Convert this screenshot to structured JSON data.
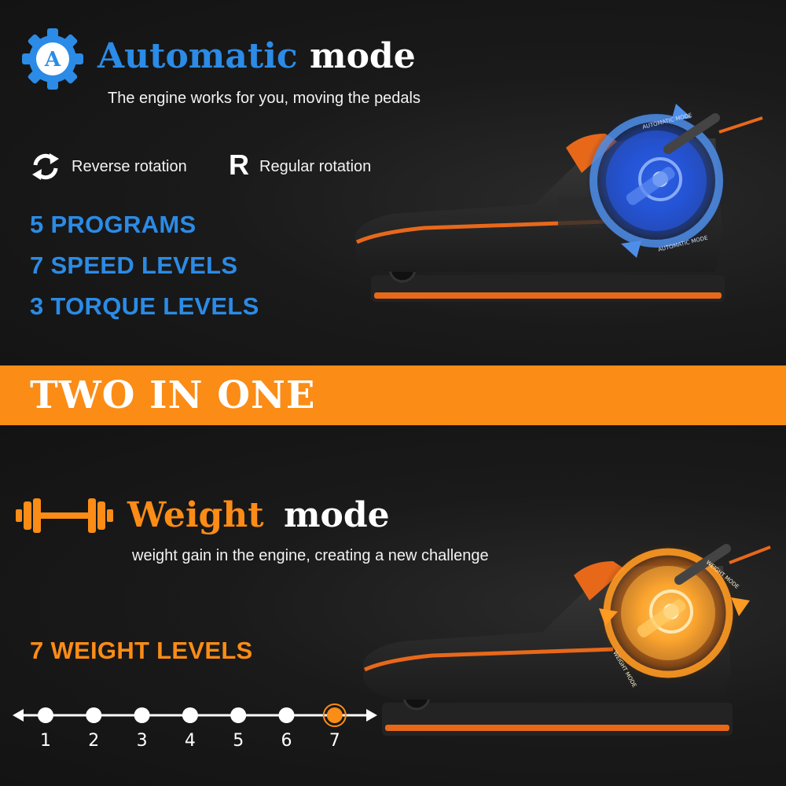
{
  "automatic": {
    "icon_letter": "A",
    "title_colored": "Automatic",
    "title_plain": "mode",
    "subtitle": "The engine works for you, moving the pedals",
    "reverse_label": "Reverse rotation",
    "regular_glyph": "R",
    "regular_label": "Regular rotation",
    "specs": [
      "5 PROGRAMS",
      "7 SPEED LEVELS",
      "3 TORQUE LEVELS"
    ],
    "dial_text_top": "AUTOMATIC MODE",
    "dial_text_bottom": "AUTOMATIC MODE"
  },
  "banner": {
    "text": "TWO IN ONE"
  },
  "weight": {
    "title_colored": "Weight",
    "title_plain": "mode",
    "subtitle": "weight gain in the engine, creating a new challenge",
    "spec": "7 WEIGHT LEVELS",
    "levels": [
      "1",
      "2",
      "3",
      "4",
      "5",
      "6",
      "7"
    ],
    "selected_level": 7,
    "dial_text_top": "WEIGHT MODE",
    "dial_text_bottom": "WEIGHT MODE"
  },
  "colors": {
    "blue": "#3a8fe0",
    "orange": "#fb8c16",
    "background": "#141414"
  },
  "icons": {
    "automatic": "gear-a-icon",
    "reverse": "reverse-rotation-icon",
    "weight": "dumbbell-icon"
  }
}
